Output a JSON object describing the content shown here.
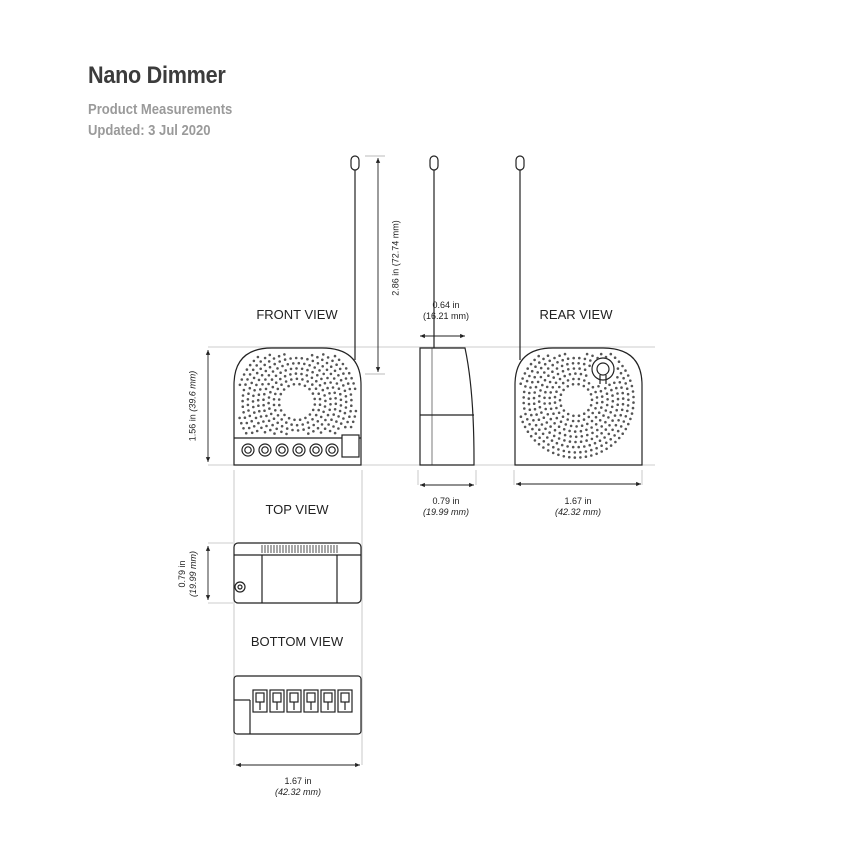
{
  "header": {
    "title": "Nano Dimmer",
    "subtitle": "Product Measurements",
    "updated": "Updated:  3 Jul 2020"
  },
  "views": {
    "front": "FRONT VIEW",
    "rear": "REAR VIEW",
    "top": "TOP VIEW",
    "bottom": "BOTTOM VIEW"
  },
  "dimensions": {
    "antenna": "2.86 in (72.74 mm)",
    "front_height_in": "1.56 in",
    "front_height_mm": "(39.6 mm)",
    "side_top_in": "0.64 in",
    "side_top_mm": "(16.21 mm)",
    "side_bottom_in": "0.79 in",
    "side_bottom_mm": "(19.99 mm)",
    "rear_width_in": "1.67 in",
    "rear_width_mm": "(42.32 mm)",
    "top_height_in": "0.79 in",
    "top_height_mm": "(19.99 mm)",
    "bottom_width_in": "1.67 in",
    "bottom_width_mm": "(42.32 mm)"
  },
  "colors": {
    "line": "#222222",
    "guide": "#bbbbbb",
    "title": "#3c3c3c",
    "subtitle": "#9a9a9a"
  }
}
